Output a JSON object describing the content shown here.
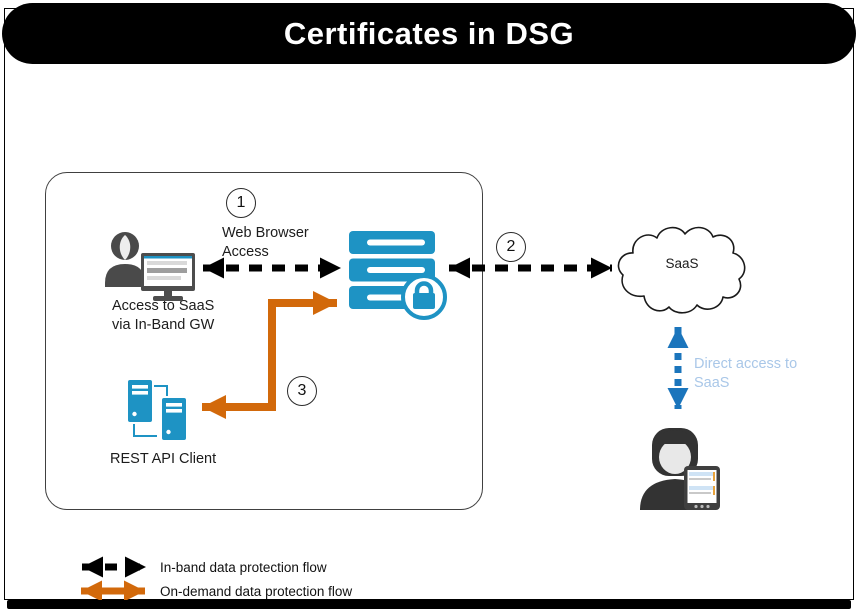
{
  "title": "Certificates in DSG",
  "badges": {
    "one": "1",
    "two": "2",
    "three": "3"
  },
  "labels": {
    "web_browser_access": "Web Browser Access",
    "access_to_saas_line1": "Access to SaaS",
    "access_to_saas_line2": "via In-Band GW",
    "saas_cloud": "SaaS",
    "rest_api_client": "REST API Client",
    "direct_access": "Direct access to SaaS"
  },
  "legend": {
    "items": [
      {
        "label": "In-band data protection flow"
      },
      {
        "label": "On-demand data protection flow"
      }
    ]
  },
  "colors": {
    "teal_icon": "#1E93C4",
    "orange_flow": "#D2690B",
    "blue_arrow": "#1B75BC",
    "light_blue_label": "#A9C7E8",
    "black": "#000000"
  }
}
